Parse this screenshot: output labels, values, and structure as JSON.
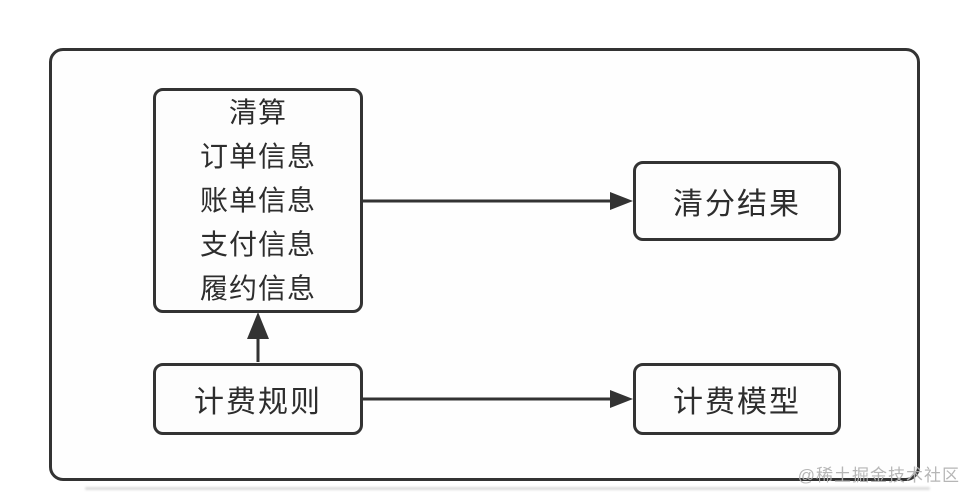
{
  "diagram": {
    "nodes": {
      "clearing_inputs": {
        "lines": [
          "清算",
          "订单信息",
          "账单信息",
          "支付信息",
          "履约信息"
        ]
      },
      "clearing_result": {
        "label": "清分结果"
      },
      "billing_rules": {
        "label": "计费规则"
      },
      "billing_model": {
        "label": "计费模型"
      }
    },
    "edges": [
      {
        "from": "clearing_inputs",
        "to": "clearing_result",
        "direction": "right"
      },
      {
        "from": "billing_rules",
        "to": "clearing_inputs",
        "direction": "up"
      },
      {
        "from": "billing_rules",
        "to": "billing_model",
        "direction": "right"
      }
    ],
    "colors": {
      "stroke": "#333333",
      "text": "#2d2d2d",
      "background": "#ffffff",
      "watermark": "#b3b3b3"
    }
  },
  "watermark": {
    "text": "@稀土掘金技术社区"
  }
}
